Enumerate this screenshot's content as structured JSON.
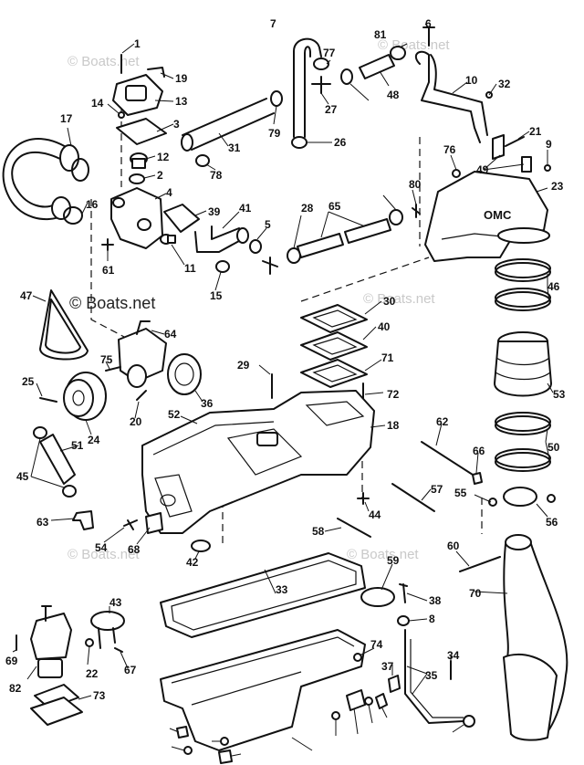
{
  "watermarks": {
    "faint": "© Boats.net",
    "strong": "© Boats.net"
  },
  "logo_text": "OMC",
  "callouts": [
    "1",
    "19",
    "13",
    "14",
    "3",
    "17",
    "12",
    "2",
    "4",
    "39",
    "16",
    "61",
    "11",
    "31",
    "41",
    "79",
    "78",
    "5",
    "15",
    "7",
    "77",
    "26",
    "27",
    "28",
    "65",
    "81",
    "6",
    "48",
    "10",
    "32",
    "21",
    "49",
    "9",
    "76",
    "80",
    "23",
    "46",
    "53",
    "50",
    "47",
    "64",
    "30",
    "40",
    "71",
    "72",
    "18",
    "75",
    "25",
    "36",
    "20",
    "24",
    "29",
    "52",
    "62",
    "66",
    "51",
    "45",
    "63",
    "54",
    "68",
    "42",
    "44",
    "57",
    "55",
    "56",
    "58",
    "59",
    "60",
    "70",
    "33",
    "38",
    "8",
    "43",
    "69",
    "22",
    "67",
    "82",
    "73",
    "74",
    "37",
    "35",
    "34"
  ]
}
